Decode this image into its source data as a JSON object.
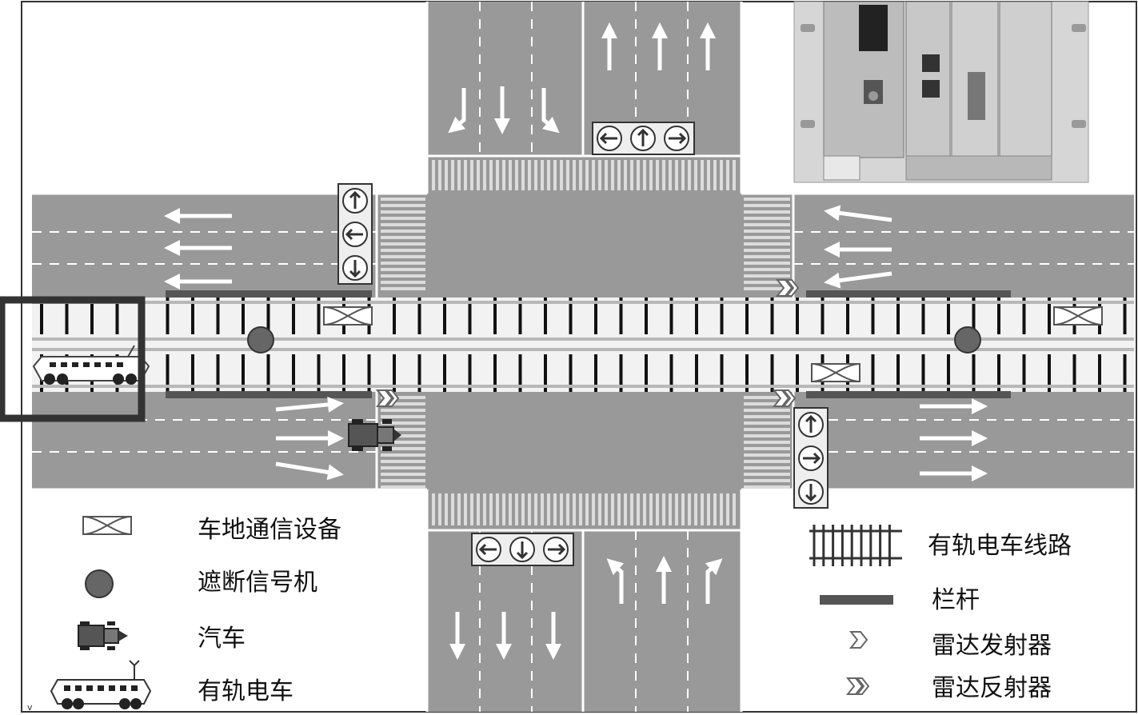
{
  "figure": {
    "corner_mark": "v",
    "colors": {
      "road": "#999999",
      "road_edge": "#ffffff",
      "track_bed": "#f2f2f2",
      "rail": "#b8b8b8",
      "sleeper": "#111111",
      "barrier": "#555555",
      "blocking_signal": "#666666",
      "highlight_box": "#333333"
    },
    "legend": {
      "items": [
        {
          "icon": "comm-device-icon",
          "label": "车地通信设备"
        },
        {
          "icon": "blocking-signal-icon",
          "label": "遮断信号机"
        },
        {
          "icon": "car-icon",
          "label": "汽车"
        },
        {
          "icon": "tram-icon",
          "label": "有轨电车"
        },
        {
          "icon": "tram-track-icon",
          "label": "有轨电车线路"
        },
        {
          "icon": "barrier-icon",
          "label": "栏杆"
        },
        {
          "icon": "radar-transmitter-icon",
          "label": "雷达发射器"
        },
        {
          "icon": "radar-reflector-icon",
          "label": "雷达反射器"
        }
      ]
    }
  }
}
